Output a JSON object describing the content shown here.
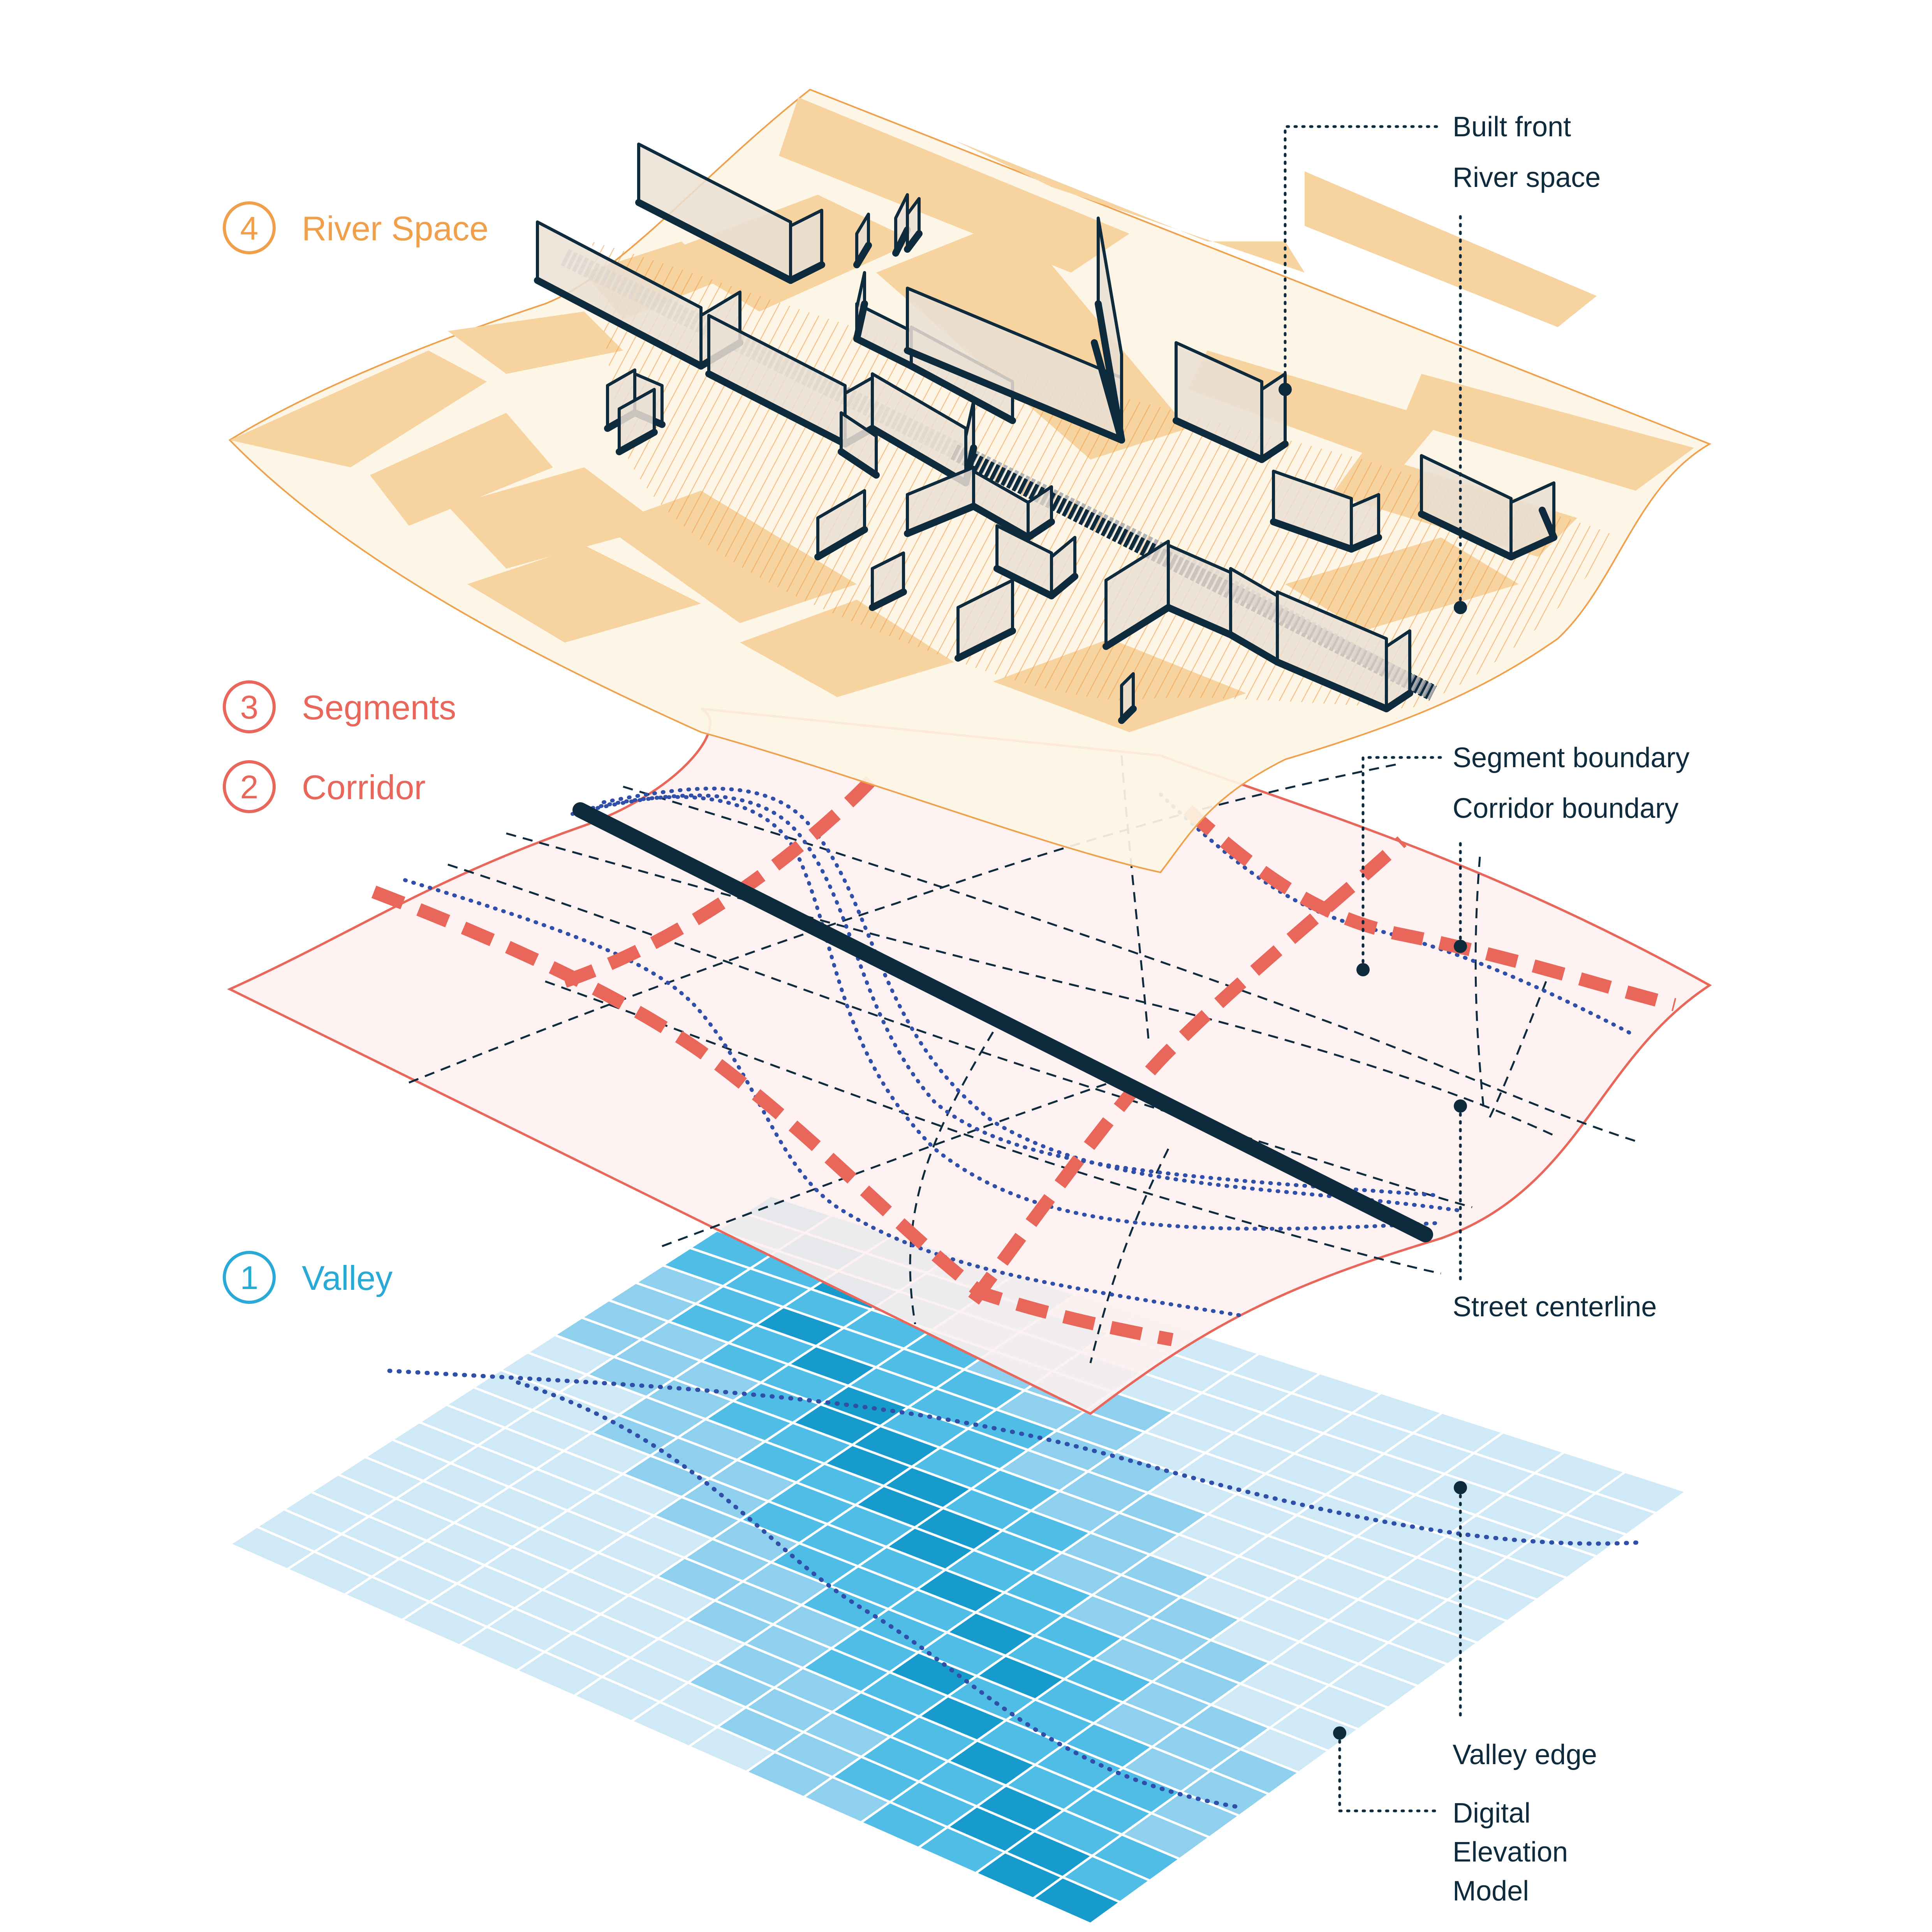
{
  "layers": [
    {
      "number": "4",
      "label": "River Space",
      "color": "#f0a04b"
    },
    {
      "number": "3",
      "label": "Segments",
      "color": "#e8675a"
    },
    {
      "number": "2",
      "label": "Corridor",
      "color": "#e8675a"
    },
    {
      "number": "1",
      "label": "Valley",
      "color": "#29a9d6"
    }
  ],
  "annotations": {
    "built_front": "Built front",
    "river_space": "River space",
    "segment_boundary": "Segment boundary",
    "corridor_boundary": "Corridor boundary",
    "street_centerline": "Street centerline",
    "valley_edge": "Valley edge",
    "dem_line1": "Digital",
    "dem_line2": "Elevation",
    "dem_line3": "Model"
  },
  "colors": {
    "river_plane": "#fdf5e4",
    "river_blocks": "#f7d3a0",
    "river_hatch": "#f0a04b",
    "corridor_plane": "#fdf1ef",
    "corridor_edge": "#e8675a",
    "segment_dash": "#e8675a",
    "street": "#0e2a3d",
    "valley_dots": "#2f4fa8",
    "grid_light": "#cfe9f6",
    "grid_mid": "#8fd0ee",
    "grid_strong": "#50bde6",
    "grid_deep": "#179bcc"
  }
}
